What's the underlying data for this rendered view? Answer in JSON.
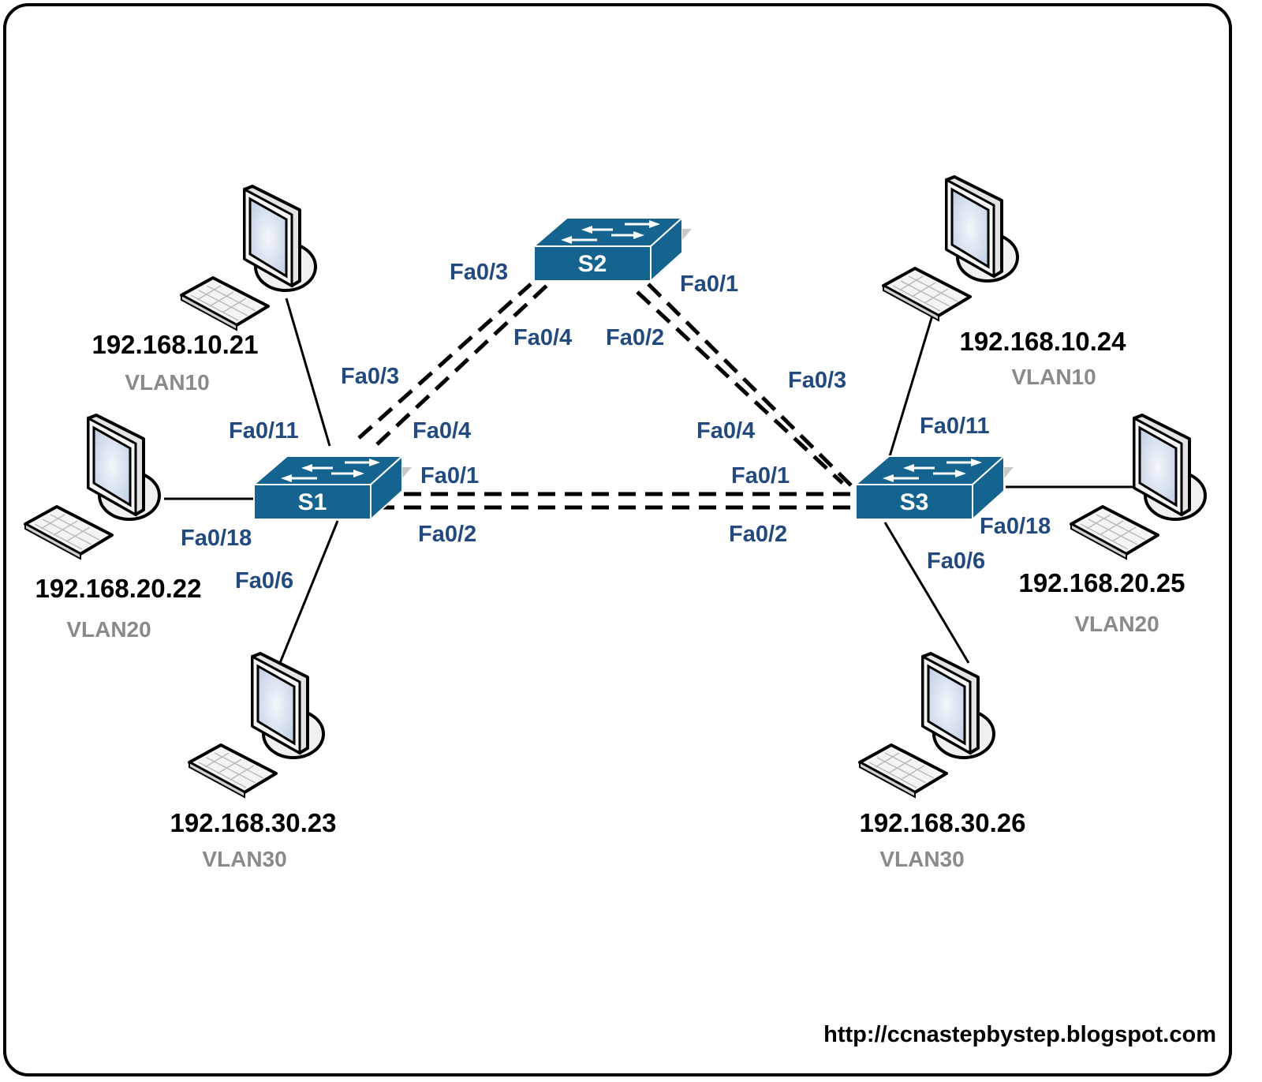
{
  "title": "Three-switch VLAN topology",
  "colors": {
    "switch": "#14648f",
    "port_label": "#234a7e",
    "ip_label": "#000000",
    "vlan_label": "#8a8a8a"
  },
  "switches": [
    {
      "id": "S1",
      "label": "S1"
    },
    {
      "id": "S2",
      "label": "S2"
    },
    {
      "id": "S3",
      "label": "S3"
    }
  ],
  "hosts": [
    {
      "ip": "192.168.10.21",
      "vlan": "VLAN10",
      "switch": "S1",
      "port": "Fa0/11"
    },
    {
      "ip": "192.168.20.22",
      "vlan": "VLAN20",
      "switch": "S1",
      "port": "Fa0/18"
    },
    {
      "ip": "192.168.30.23",
      "vlan": "VLAN30",
      "switch": "S1",
      "port": "Fa0/6"
    },
    {
      "ip": "192.168.10.24",
      "vlan": "VLAN10",
      "switch": "S3",
      "port": "Fa0/11"
    },
    {
      "ip": "192.168.20.25",
      "vlan": "VLAN20",
      "switch": "S3",
      "port": "Fa0/18"
    },
    {
      "ip": "192.168.30.26",
      "vlan": "VLAN30",
      "switch": "S3",
      "port": "Fa0/6"
    }
  ],
  "trunks": [
    {
      "a": "S1",
      "a_port": "Fa0/3",
      "b": "S2",
      "b_port": "Fa0/3"
    },
    {
      "a": "S1",
      "a_port": "Fa0/4",
      "b": "S2",
      "b_port": "Fa0/4"
    },
    {
      "a": "S2",
      "a_port": "Fa0/1",
      "b": "S3",
      "b_port": "Fa0/3"
    },
    {
      "a": "S2",
      "a_port": "Fa0/2",
      "b": "S3",
      "b_port": "Fa0/4"
    },
    {
      "a": "S1",
      "a_port": "Fa0/1",
      "b": "S3",
      "b_port": "Fa0/1"
    },
    {
      "a": "S1",
      "a_port": "Fa0/2",
      "b": "S3",
      "b_port": "Fa0/2"
    }
  ],
  "footer": {
    "url": "http://ccnastepbystep.blogspot.com"
  }
}
